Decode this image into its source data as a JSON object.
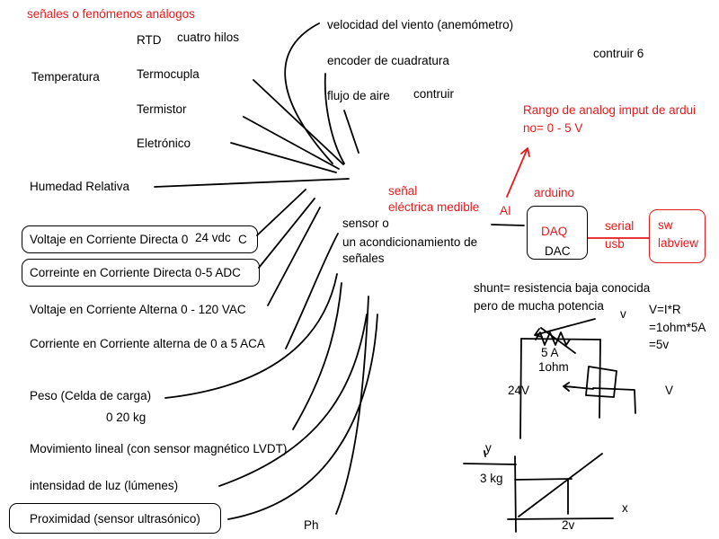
{
  "colors": {
    "ink": "#000000",
    "accent_red": "#e8191c",
    "background": "#ffffff"
  },
  "title": "señales o fenómenos análogos",
  "temperature": {
    "label": "Temperatura",
    "items": [
      "RTD",
      "Termocupla",
      "Termistor",
      "Eletrónico"
    ],
    "rtd_note": "cuatro hilos"
  },
  "top_sensors": {
    "wind": "velocidad del viento (anemómetro)",
    "encoder": "encoder de cuadratura",
    "airflow": "flujo de aire",
    "airflow_note": "contruir",
    "build_note": "contruir 6"
  },
  "left_signals": {
    "humidity": "Humedad Relativa",
    "dc_voltage": "Voltaje en Corriente Directa 0",
    "dc_voltage_range": "24 vdc",
    "dc_voltage_mark": "C",
    "dc_current": "Correinte en Corriente Directa 0-5 ADC",
    "ac_voltage": "Voltaje en Corriente Alterna 0 - 120 VAC",
    "ac_current": "Corriente en Corriente alterna de  0 a 5 ACA",
    "weight": "Peso (Celda de carga)",
    "weight_range": "0 20 kg",
    "linear_motion": "Movimiento lineal (con sensor magnético LVDT)",
    "light": "intensidad de luz (lúmenes)",
    "proximity": "Proximidad (sensor ultrasónico)",
    "ph": "Ph"
  },
  "center": {
    "line1": "sensor o",
    "line2": "un acondicionamiento de",
    "line3": "señales"
  },
  "daq_section": {
    "signal_label_1": "señal",
    "signal_label_2": "eléctrica medible",
    "ai": "AI",
    "arduino": "arduino",
    "daq": "DAQ",
    "dac": "DAC",
    "serial": "serial",
    "usb": "usb",
    "sw": "sw",
    "labview": "labview",
    "range_line1": "Rango de analog imput de ardui",
    "range_line2": "no= 0 - 5 V"
  },
  "shunt": {
    "line1": "shunt= resistencia baja conocida",
    "line2": "pero de mucha potencia",
    "v_top": "v",
    "amps": "5 A",
    "ohms": "1ohm",
    "voltage_24": "24V",
    "v_right": "V",
    "formula1": "V=I*R",
    "formula2": "=1ohm*5A",
    "formula3": "=5v"
  },
  "graph": {
    "y_label": "y",
    "x_label": "x",
    "kg_label": "3 kg",
    "v_label": "2v"
  }
}
